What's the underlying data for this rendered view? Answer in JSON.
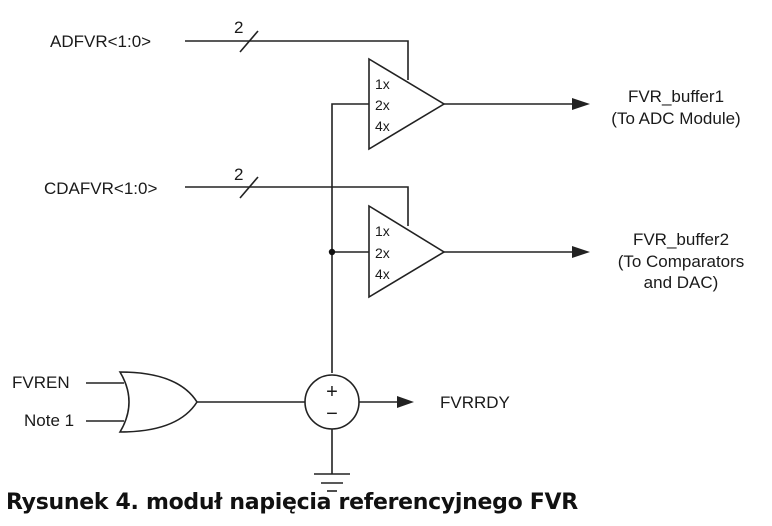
{
  "diagram": {
    "inputs": {
      "adfvr": "ADFVR<1:0>",
      "cdafvr": "CDAFVR<1:0>",
      "fvren": "FVREN",
      "note1": "Note 1"
    },
    "bus_width": "2",
    "buffer1": {
      "gains": [
        "1x",
        "2x",
        "4x"
      ],
      "output_name": "FVR_buffer1",
      "output_desc": "(To ADC Module)"
    },
    "buffer2": {
      "gains": [
        "1x",
        "2x",
        "4x"
      ],
      "output_name": "FVR_buffer2",
      "output_desc_line1": "(To Comparators",
      "output_desc_line2": "and DAC)"
    },
    "reference": {
      "plus": "+",
      "minus": "−",
      "output": "FVRRDY"
    }
  },
  "caption": "Rysunek 4. moduł napięcia referencyjnego FVR"
}
